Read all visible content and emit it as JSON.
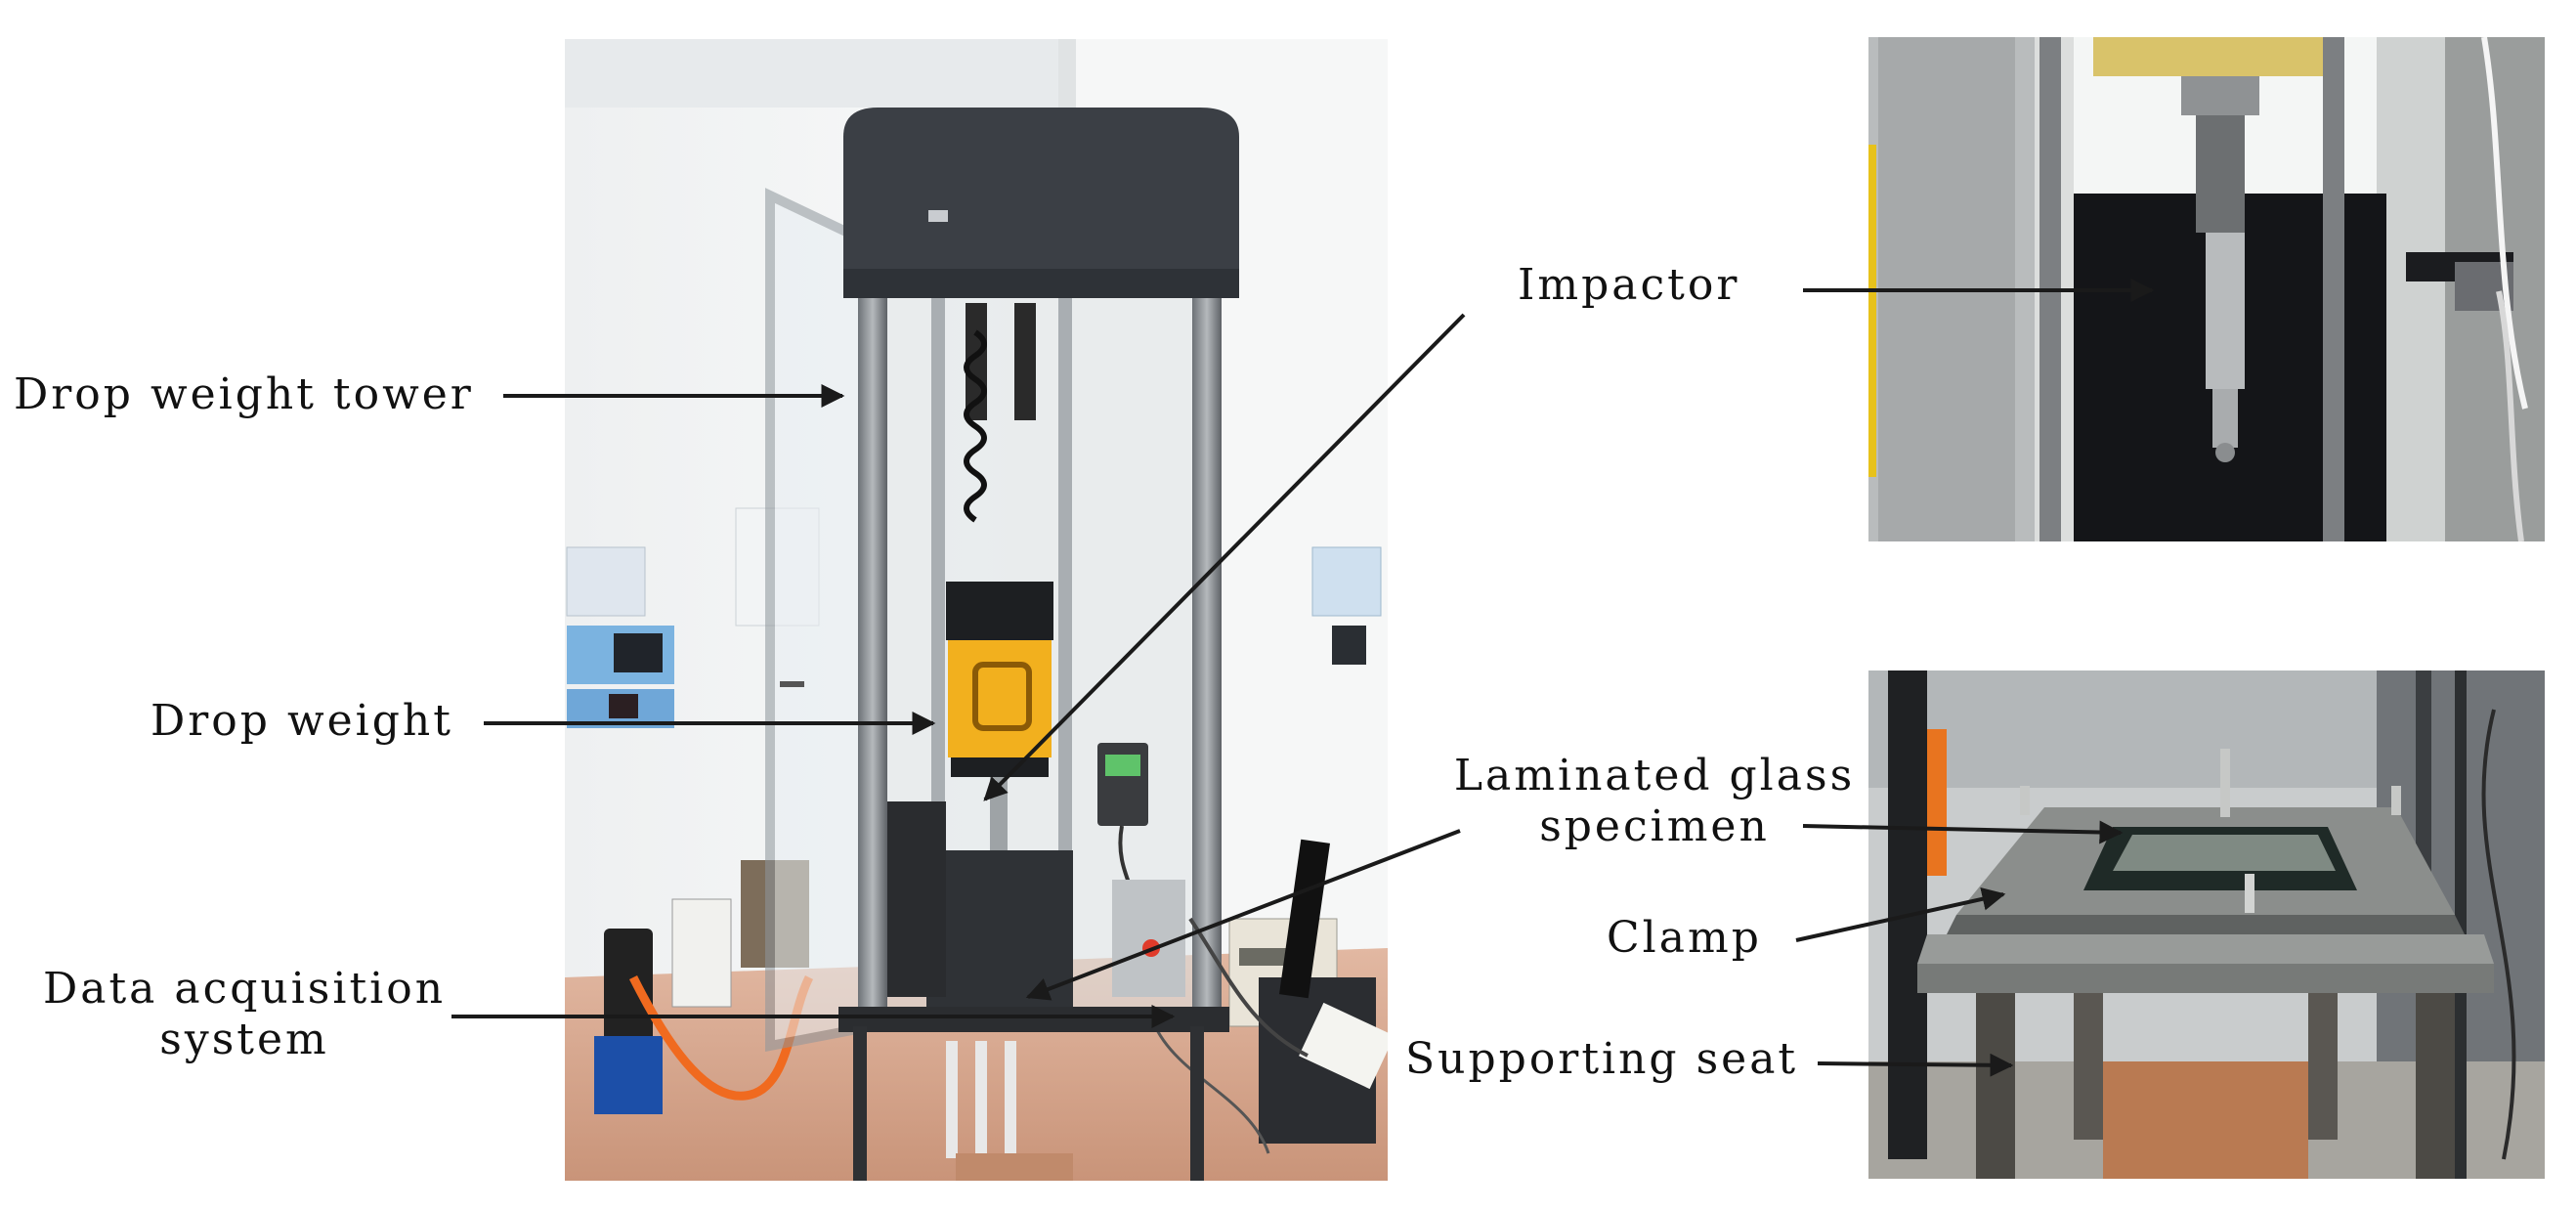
{
  "labels": {
    "drop_weight_tower": "Drop weight tower",
    "drop_weight": "Drop weight",
    "data_acquisition_line1": "Data acquisition",
    "data_acquisition_line2": "system",
    "impactor": "Impactor",
    "laminated_line1": "Laminated glass",
    "laminated_line2": "specimen",
    "clamp": "Clamp",
    "supporting_seat": "Supporting seat"
  },
  "colors": {
    "wall": "#f3f4f5",
    "machine_dark": "#3a3d42",
    "drop_weight_yellow": "#f2b01e",
    "floor": "#d8a78e",
    "steel": "#8d8f8e",
    "arrow": "#1a1a1a"
  }
}
